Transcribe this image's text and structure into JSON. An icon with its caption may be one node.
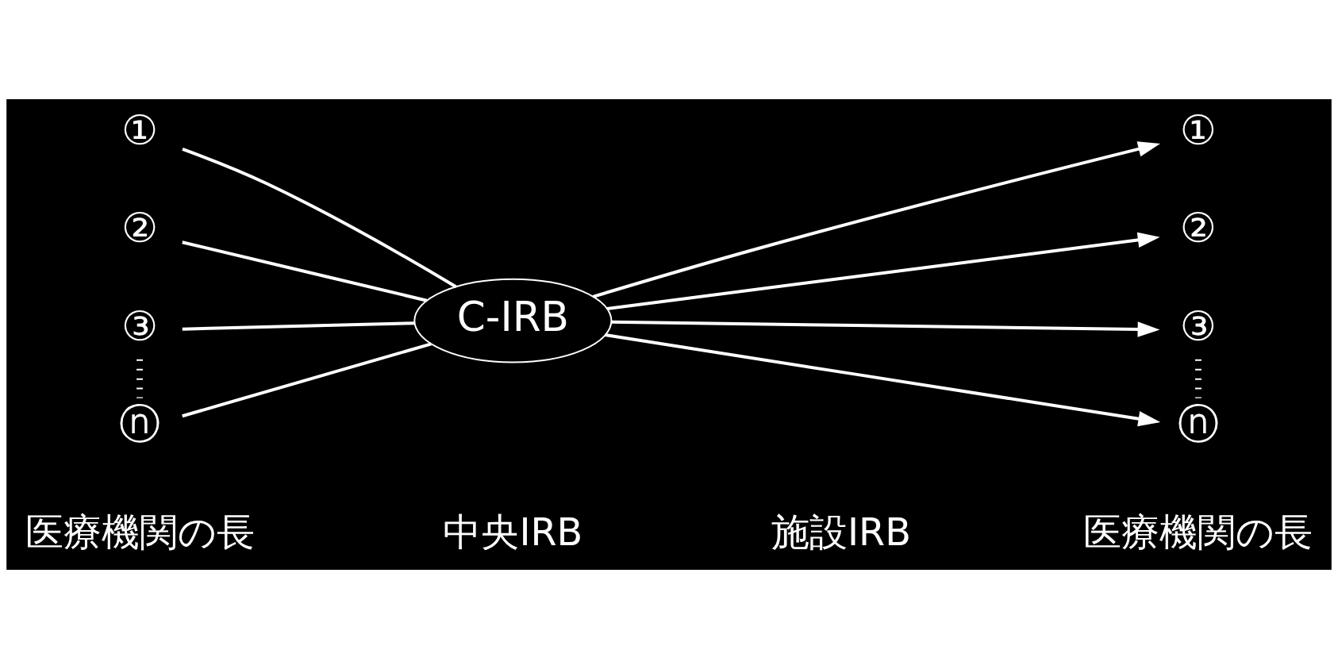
{
  "diagram": {
    "nodes": [
      {
        "text": [
          "①"
        ]
      },
      {
        "text": [
          "②"
        ]
      },
      {
        "text": [
          "③"
        ]
      },
      {
        "text": [
          "ⓝ"
        ]
      },
      {
        "text": [
          "C-IRB"
        ]
      },
      {
        "text": [
          "①"
        ]
      },
      {
        "text": [
          "②"
        ]
      },
      {
        "text": [
          "③"
        ]
      },
      {
        "text": [
          "ⓝ"
        ]
      }
    ],
    "edges": [
      {
        "from": 0,
        "to": 4,
        "arrow": "none"
      },
      {
        "from": 1,
        "to": 4,
        "arrow": "none"
      },
      {
        "from": 2,
        "to": 4,
        "arrow": "none"
      },
      {
        "from": 3,
        "to": 4,
        "arrow": "none"
      },
      {
        "from": 2,
        "to": 3,
        "arrow": "none",
        "style": "dashed"
      },
      {
        "from": 4,
        "to": 5,
        "arrow": "to"
      },
      {
        "from": 4,
        "to": 6,
        "arrow": "to"
      },
      {
        "from": 4,
        "to": 7,
        "arrow": "to"
      },
      {
        "from": 4,
        "to": 8,
        "arrow": "to"
      },
      {
        "from": 7,
        "to": 8,
        "arrow": "none",
        "style": "dashed"
      }
    ],
    "labels": [
      "医療機関の長",
      "中央IRB",
      "施設IRB",
      "医療機関の長"
    ]
  }
}
